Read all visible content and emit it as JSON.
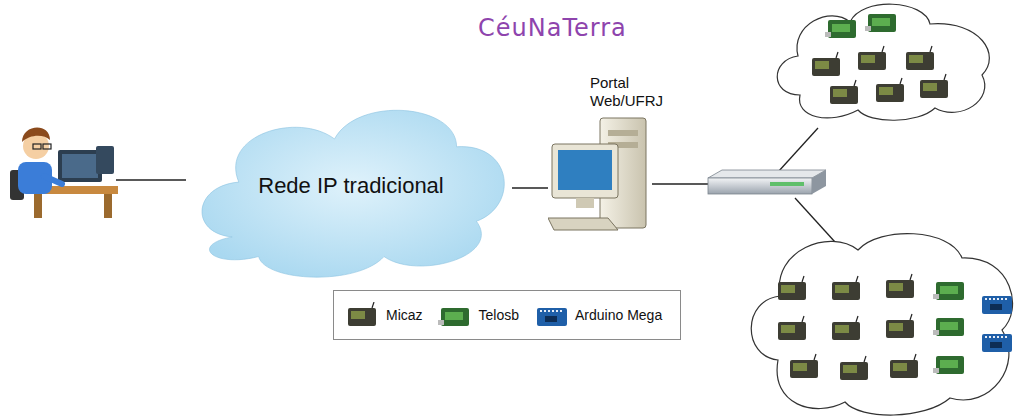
{
  "diagram": {
    "title": "CéuNaTerra",
    "nodes": [
      {
        "text": [
          "Rede IP tradicional"
        ]
      },
      {
        "text": [
          "Portal Web/UFRJ"
        ]
      }
    ],
    "edges": [
      {
        "from": 0,
        "to": 1,
        "arrow": "none"
      }
    ],
    "legend": [
      {
        "text": "Micaz"
      },
      {
        "text": "Telosb"
      },
      {
        "text": "Arduino Mega"
      }
    ]
  }
}
